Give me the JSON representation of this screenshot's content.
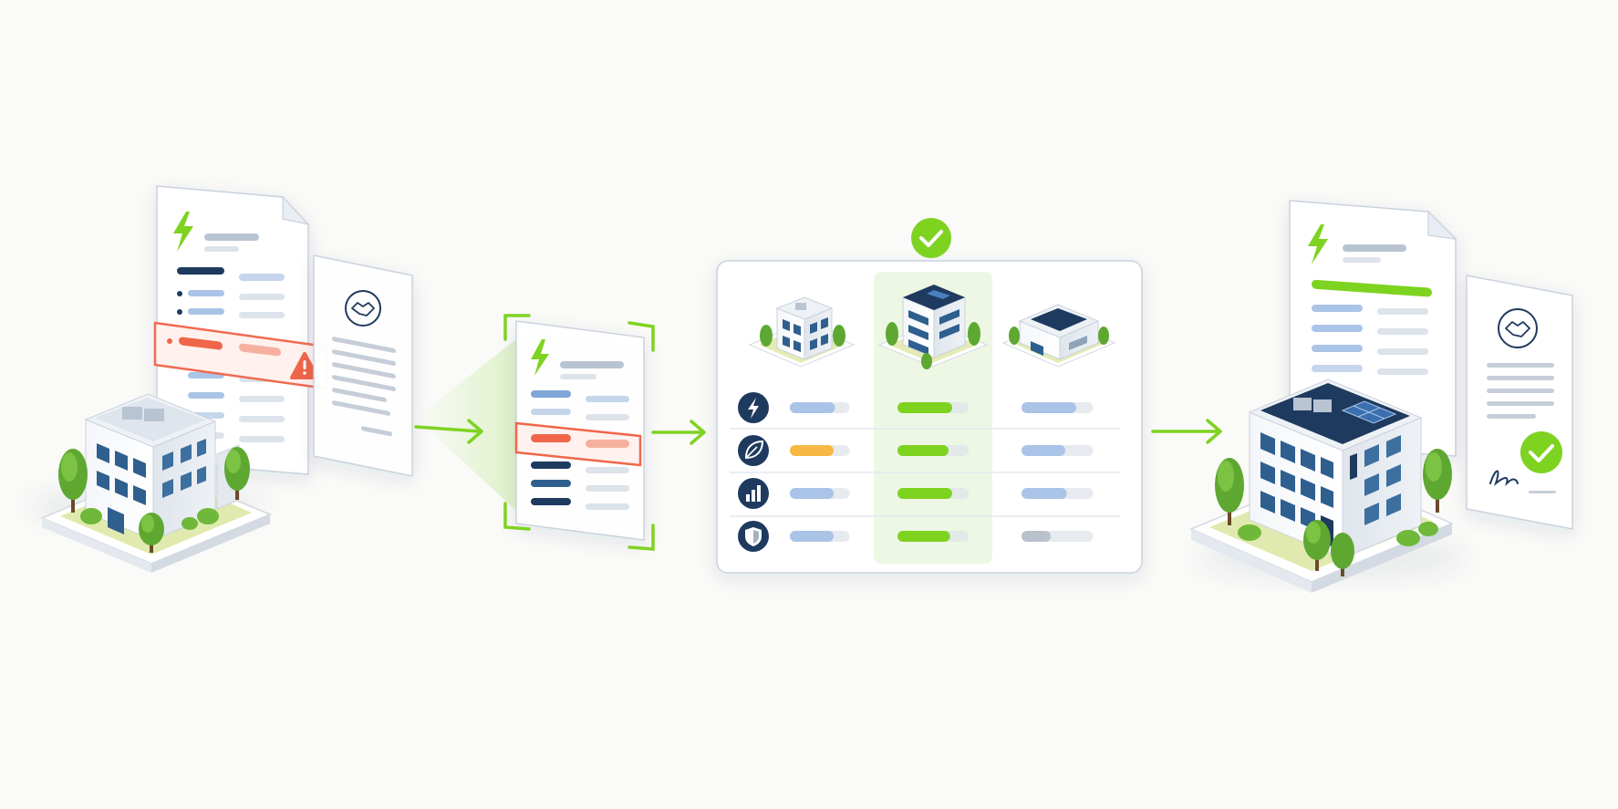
{
  "colors": {
    "background": "#fafaf8",
    "accent_green": "#7ed321",
    "navy": "#1f3a5f",
    "warning_red": "#f0664a",
    "highlight_yellow": "#f7b944",
    "soft_blue": "#a9c4e6",
    "grey_bar": "#dde3ea",
    "outline": "#c9d2dc"
  },
  "icons": {
    "doc_logo": "lightning-bolt-icon",
    "agreement": "handshake-icon",
    "warning": "warning-triangle-icon",
    "approved": "check-circle-icon",
    "signature": "signature-icon",
    "flow": "arrow-right-icon",
    "criteria": [
      "lightning-bolt-icon",
      "leaf-icon",
      "bar-chart-icon",
      "shield-icon"
    ]
  },
  "comparison": {
    "options": [
      "building-option-1",
      "building-option-2",
      "building-option-3"
    ],
    "selected_option": 2,
    "scores": [
      [
        0.62,
        0.75,
        0.75
      ],
      [
        0.6,
        0.7,
        0.6
      ],
      [
        0.6,
        0.75,
        0.62
      ],
      [
        0.6,
        0.72,
        0.4
      ]
    ],
    "max": [
      0.82,
      0.98,
      0.98
    ]
  }
}
